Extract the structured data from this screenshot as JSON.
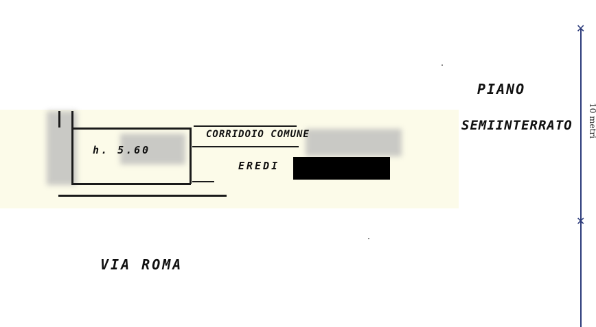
{
  "plan": {
    "floor_line1": "PIANO",
    "floor_line2": "SEMIINTERRATO",
    "height_label": "h. 5.60",
    "corridor_label": "CORRIDOIO COMUNE",
    "heirs_label": "EREDI",
    "street_label": "VIA ROMA"
  },
  "scale": {
    "label": "10 metri"
  }
}
